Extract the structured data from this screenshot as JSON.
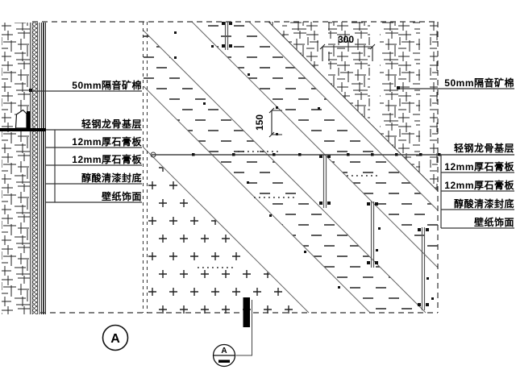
{
  "labels_left": [
    "50mm隔音矿棉",
    "轻钢龙骨基层",
    "12mm厚石膏板",
    "12mm厚石膏板",
    "醇酸清漆封底",
    "壁纸饰面"
  ],
  "labels_right": [
    "50mm隔音矿棉",
    "轻钢龙骨基层",
    "12mm厚石膏板",
    "12mm厚石膏板",
    "醇酸清漆封底",
    "壁纸饰面"
  ],
  "dimensions": {
    "stud_spacing": "300",
    "band_width": "150"
  },
  "bubbles": {
    "detail_letter": "A",
    "section_letter": "A"
  },
  "colors": {
    "ink": "#1a1a1a",
    "line_gray": "#555555",
    "background": "#ffffff"
  }
}
